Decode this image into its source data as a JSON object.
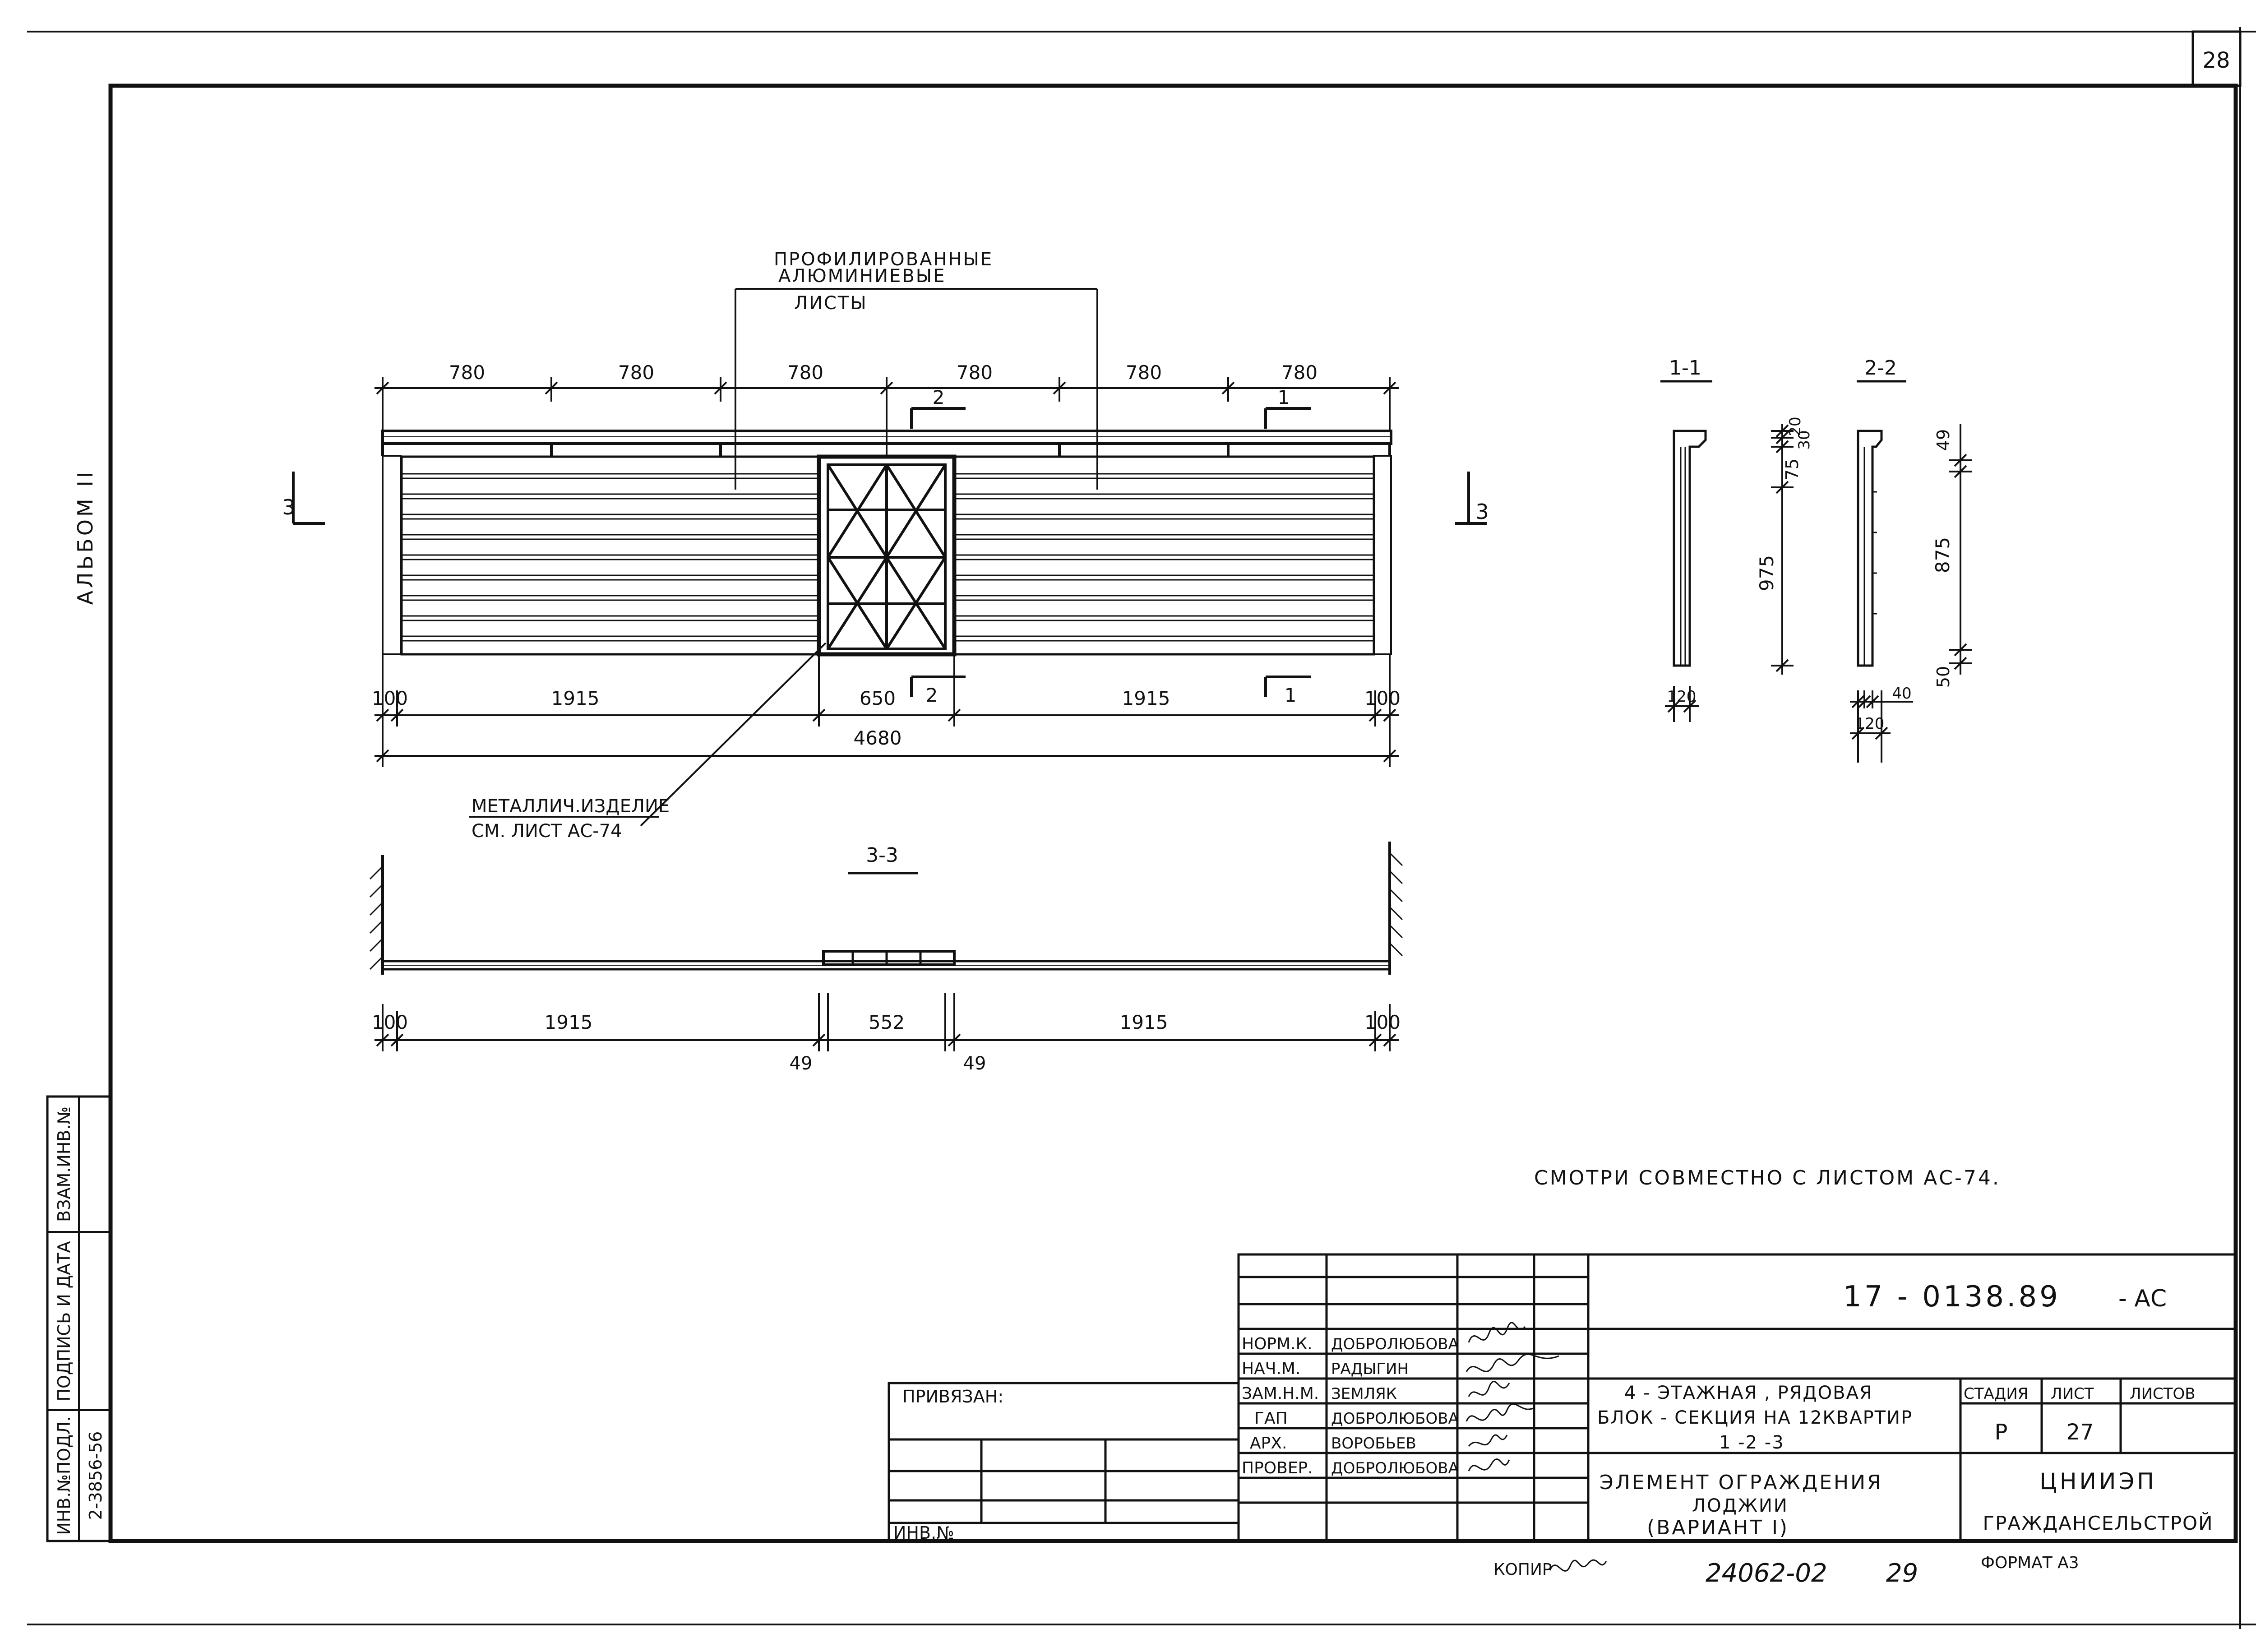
{
  "page_number": "28",
  "side": {
    "album": "АЛЬБОМ II",
    "col_inv_podl": "ИНВ.№ПОДЛ.",
    "col_podpis": "ПОДПИСЬ И ДАТА",
    "col_vzam": "ВЗАМ.ИНВ.№",
    "inv_value": "2-3856-56"
  },
  "plan": {
    "callout_top": [
      "ПРОФИЛИРОВАННЫЕ",
      "АЛЮМИНИЕВЫЕ",
      "ЛИСТЫ"
    ],
    "callout_bottom": [
      "МЕТАЛЛИЧ.ИЗДЕЛИЕ",
      "СМ. ЛИСТ АС-74"
    ],
    "top_dims": [
      "780",
      "780",
      "780",
      "780",
      "780",
      "780"
    ],
    "bottom_dims": [
      "100",
      "1915",
      "650",
      "1915",
      "100"
    ],
    "total": "4680",
    "cut_2": "2",
    "cut_1": "1",
    "cut_3": "3"
  },
  "section_33": {
    "title": "3-3",
    "dims": [
      "100",
      "1915",
      "552",
      "1915",
      "100"
    ],
    "small_dim": "49"
  },
  "section_11": {
    "title": "1-1",
    "d20": "20",
    "d30": "30",
    "d75": "75",
    "height": "975",
    "width": "120"
  },
  "section_22": {
    "title": "2-2",
    "d49": "49",
    "height": "875",
    "d50": "50",
    "d40": "40",
    "width": "120"
  },
  "note": "СМОТРИ СОВМЕСТНО С ЛИСТОМ АС-74.",
  "title_block": {
    "code": "17 - 0138.89",
    "suffix": "- АС",
    "privyazan": "ПРИВЯЗАН:",
    "inv_no": "ИНВ.№",
    "staff": [
      {
        "role": "НОРМ.К.",
        "name": "ДОБРОЛЮБОВА"
      },
      {
        "role": "НАЧ.М.",
        "name": "РАДЫГИН"
      },
      {
        "role": "ЗАМ.Н.М.",
        "name": "ЗЕМЛЯК"
      },
      {
        "role": "ГАП",
        "name": "ДОБРОЛЮБОВА"
      },
      {
        "role": "АРХ.",
        "name": "ВОРОБЬЕВ"
      },
      {
        "role": "ПРОВЕР.",
        "name": "ДОБРОЛЮБОВА"
      }
    ],
    "project": [
      "4 - ЭТАЖНАЯ , РЯДОВАЯ",
      "БЛОК - СЕКЦИЯ НА 12КВАРТИР",
      "1 -2 -3"
    ],
    "sheet_title": [
      "ЭЛЕМЕНТ ОГРАЖДЕНИЯ",
      "ЛОДЖИИ",
      "(ВАРИАНТ I)"
    ],
    "stage_label": "СТАДИЯ",
    "sheet_label": "ЛИСТ",
    "sheets_label": "ЛИСТОВ",
    "stage": "Р",
    "sheet": "27",
    "org": [
      "ЦНИИЭП",
      "ГРАЖДАНСЕЛЬСТРОЙ"
    ]
  },
  "footer": {
    "kopiya": "КОПИР",
    "order": "24062-02",
    "page": "29",
    "format": "ФОРМАТ А3"
  }
}
